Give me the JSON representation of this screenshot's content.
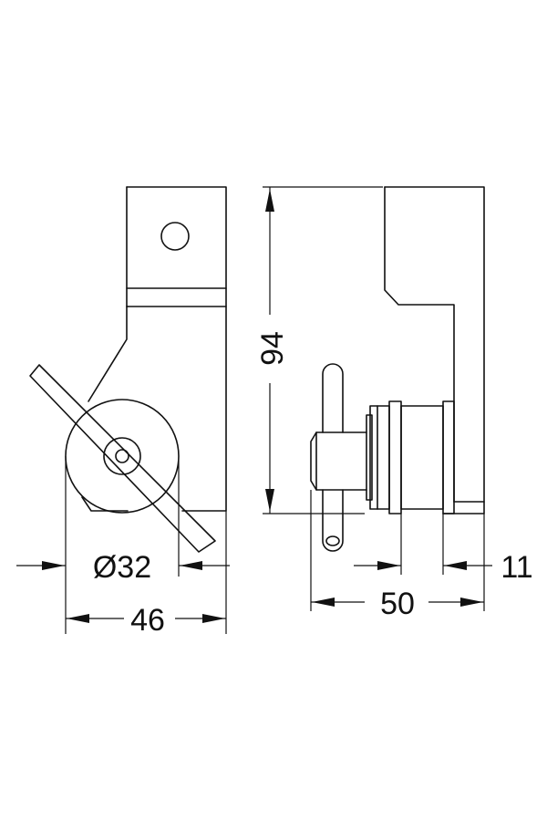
{
  "dimensions": {
    "height": "94",
    "diameter": "Ø32",
    "width_front": "46",
    "depth_side": "50",
    "flange": "11"
  },
  "colors": {
    "line": "#111111",
    "background": "#ffffff"
  }
}
